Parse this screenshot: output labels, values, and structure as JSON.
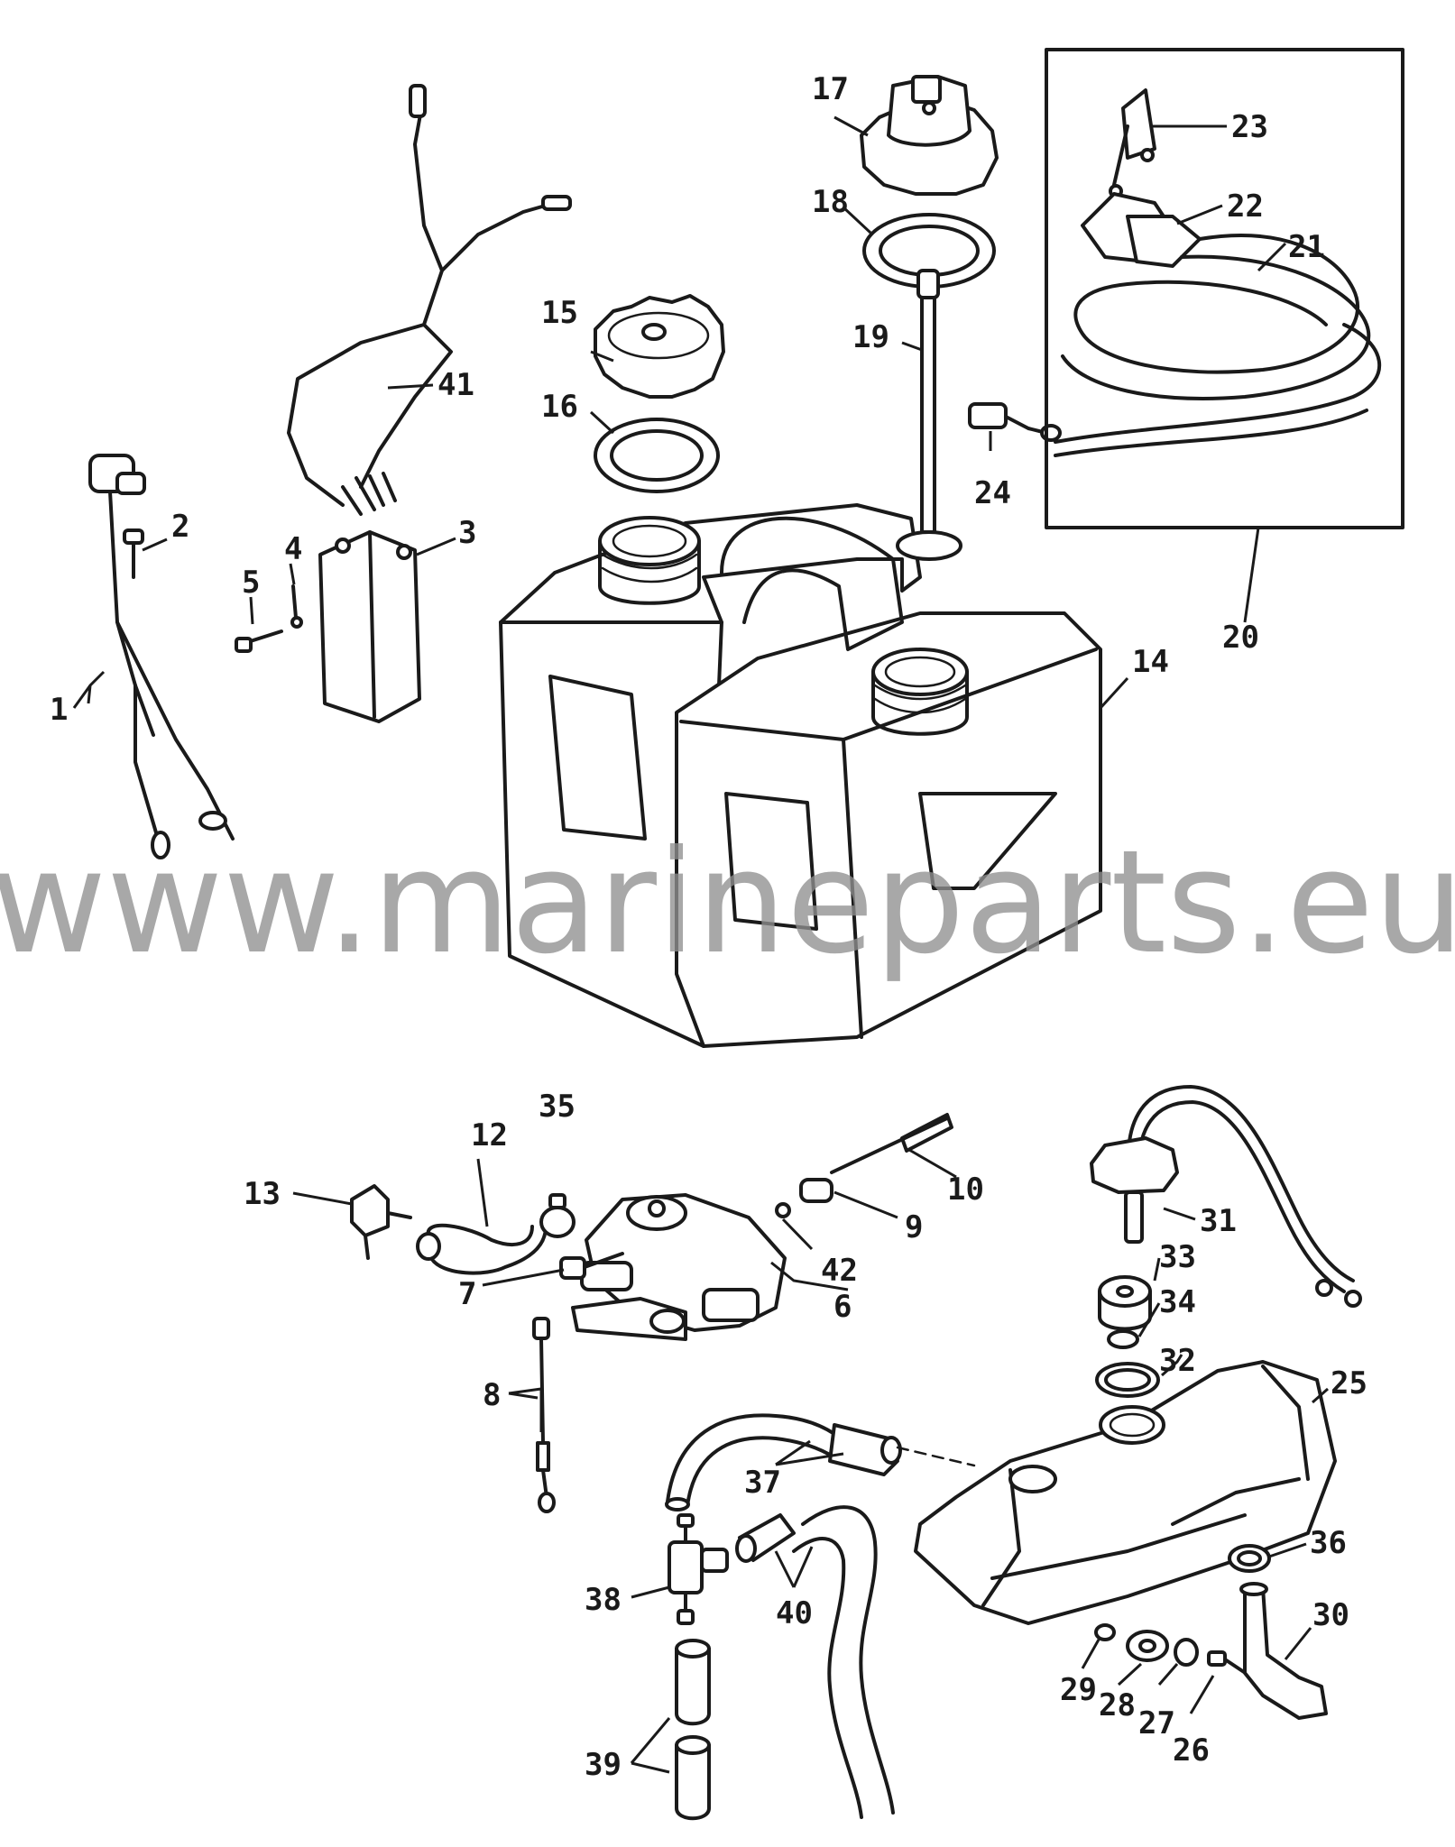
{
  "diagram": {
    "watermark": "www.marineparts.eu",
    "callouts": {
      "c1": "1",
      "c2": "2",
      "c3": "3",
      "c4": "4",
      "c5": "5",
      "c6": "6",
      "c7": "7",
      "c8": "8",
      "c9": "9",
      "c10": "10",
      "c12": "12",
      "c13": "13",
      "c14": "14",
      "c15": "15",
      "c16": "16",
      "c17": "17",
      "c18": "18",
      "c19": "19",
      "c20": "20",
      "c21": "21",
      "c22": "22",
      "c23": "23",
      "c24": "24",
      "c25": "25",
      "c26": "26",
      "c27": "27",
      "c28": "28",
      "c29": "29",
      "c30": "30",
      "c31": "31",
      "c32": "32",
      "c33": "33",
      "c34": "34",
      "c35": "35",
      "c36": "36",
      "c37": "37",
      "c38": "38",
      "c39": "39",
      "c40": "40",
      "c41": "41",
      "c42": "42"
    }
  }
}
